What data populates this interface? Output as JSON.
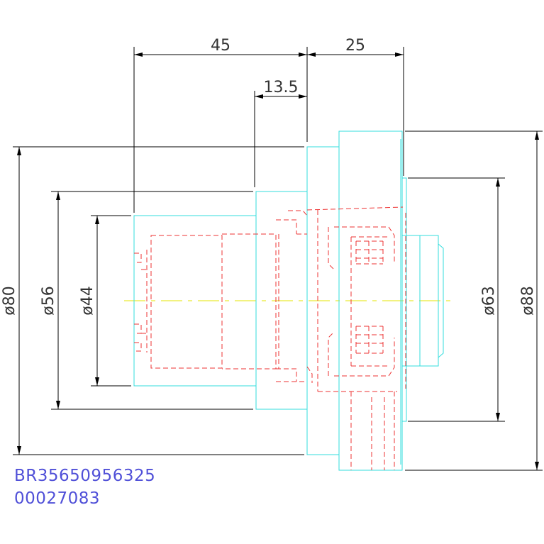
{
  "dimensions": {
    "d45": "45",
    "d25": "25",
    "d13_5": "13.5",
    "dia80": "ø80",
    "dia56": "ø56",
    "dia44": "ø44",
    "dia63": "ø63",
    "dia88": "ø88"
  },
  "part_codes": {
    "code1": "BR35650956325",
    "code2": "00027083"
  },
  "colors": {
    "outline": "#33dddd",
    "hidden": "#ee3333",
    "centerline": "#e6e600",
    "dimension": "#000000",
    "text": "#5050d8"
  }
}
